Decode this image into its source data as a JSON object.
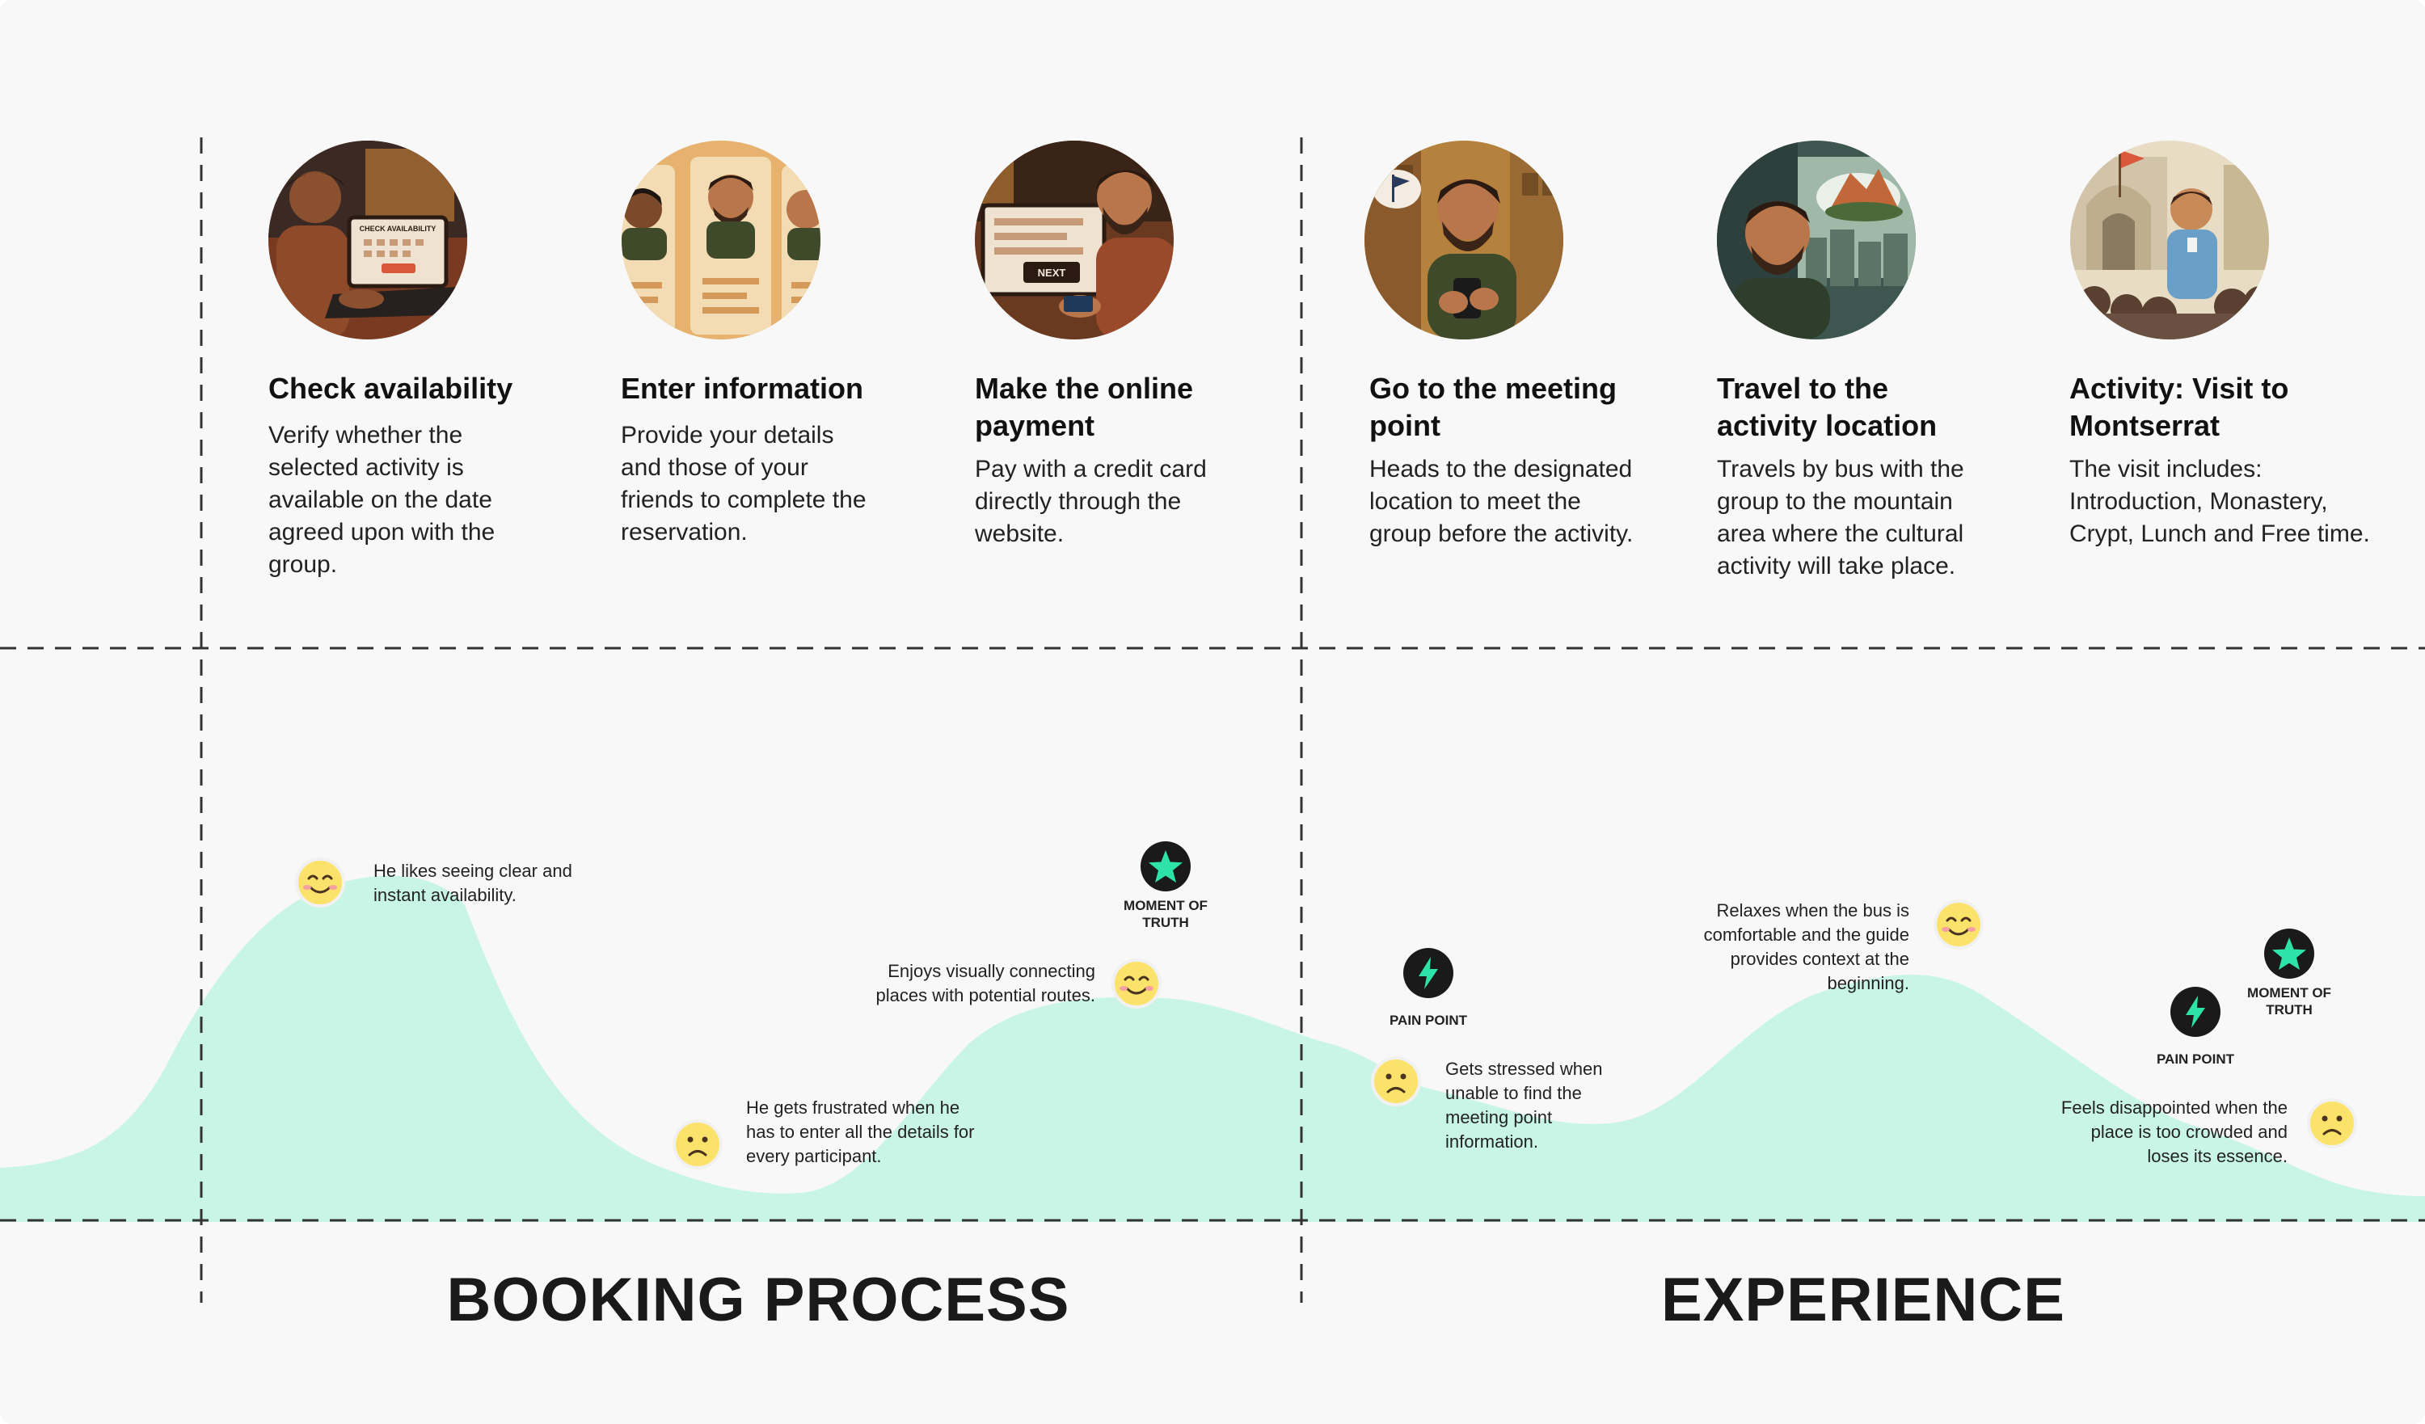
{
  "stages": [
    {
      "title": "Check availability",
      "description": "Verify whether the selected activity is available on the date agreed upon with the group.",
      "illustration": "person-checking-laptop-calendar",
      "illustration_text": "CHECK AVAILABILITY"
    },
    {
      "title": "Enter information",
      "description": "Provide your details and those of your friends to complete the reservation.",
      "illustration": "participant-profile-cards"
    },
    {
      "title": "Make the online payment",
      "description": "Pay with a credit card directly through the website.",
      "illustration": "person-paying-with-card",
      "illustration_text": "NEXT"
    },
    {
      "title": "Go to the meeting point",
      "description": "Heads to the designated location to meet the group before the activity.",
      "illustration": "person-checking-phone-map"
    },
    {
      "title": "Travel to the activity location",
      "description": "Travels by bus with the group to the mountain area where the cultural activity will take place.",
      "illustration": "person-on-bus-thinking-mountain"
    },
    {
      "title": "Activity: Visit to Montserrat",
      "description": "The visit includes: Introduction, Monastery, Crypt, Lunch and Free time.",
      "illustration": "guide-with-flag-at-monastery"
    }
  ],
  "emotions": [
    {
      "mood": "happy",
      "text": "He likes seeing clear and instant availability."
    },
    {
      "mood": "sad",
      "text": "He gets frustrated when he has to enter all the details for every participant."
    },
    {
      "mood": "happy",
      "text": "Enjoys visually connecting places with potential routes."
    },
    {
      "mood": "sad",
      "text": "Gets stressed when unable to find the meeting point information."
    },
    {
      "mood": "happy",
      "text": "Relaxes when the bus is comfortable and the guide provides context at the beginning."
    },
    {
      "mood": "sad",
      "text": "Feels disappointed when the place is too crowded and loses its essence."
    }
  ],
  "markers": [
    {
      "type": "moment-of-truth",
      "icon": "star-icon",
      "label": "MOMENT OF TRUTH"
    },
    {
      "type": "pain-point",
      "icon": "lightning-icon",
      "label": "PAIN POINT"
    },
    {
      "type": "pain-point",
      "icon": "lightning-icon",
      "label": "PAIN POINT"
    },
    {
      "type": "moment-of-truth",
      "icon": "star-icon",
      "label": "MOMENT OF TRUTH"
    }
  ],
  "phases": [
    {
      "label": "BOOKING PROCESS"
    },
    {
      "label": "EXPERIENCE"
    }
  ],
  "colors": {
    "background": "#f8f8f8",
    "curve_fill": "#c9f5e6",
    "marker_bg": "#1a1a1a",
    "marker_accent": "#2de3a8",
    "emoji_face": "#fbe36b",
    "divider": "#333333"
  }
}
